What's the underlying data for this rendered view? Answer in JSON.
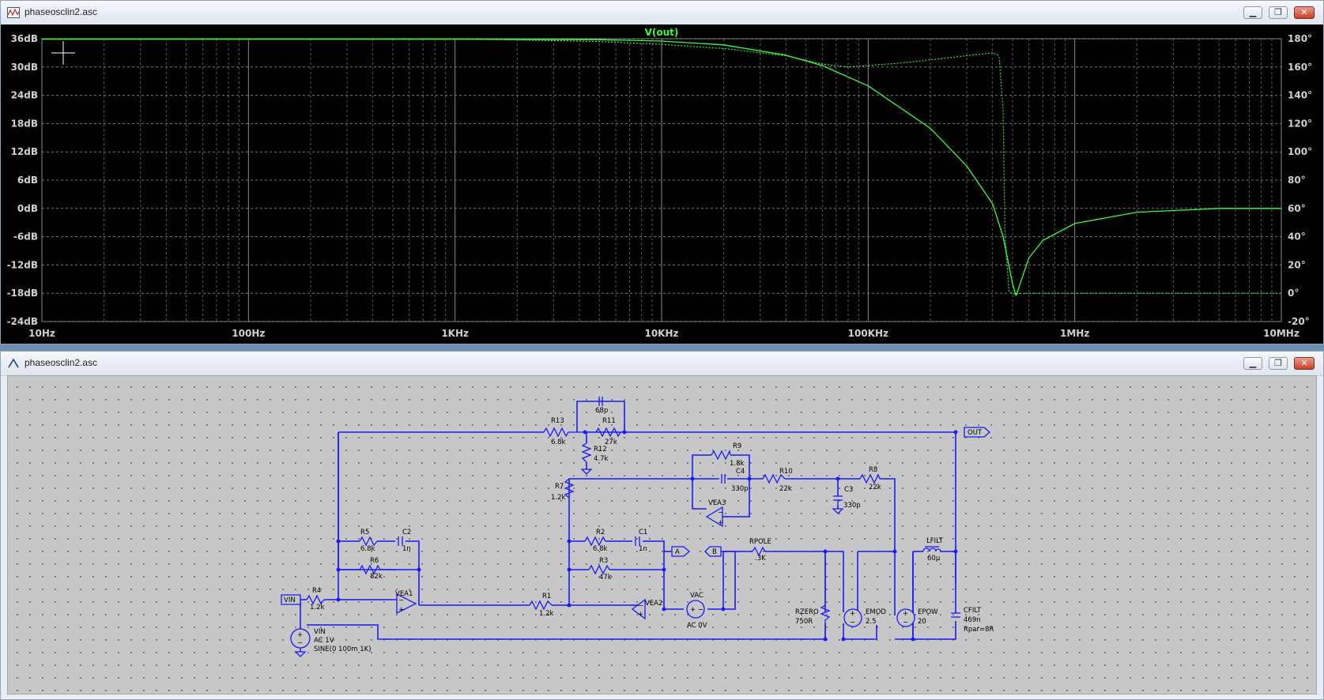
{
  "plot_window": {
    "title": "phaseosclin2.asc",
    "trace_title": "V(out)",
    "trace_color": "#39ff39",
    "y_left_ticks": [
      "36dB",
      "30dB",
      "24dB",
      "18dB",
      "12dB",
      "6dB",
      "0dB",
      "-6dB",
      "-12dB",
      "-18dB",
      "-24dB"
    ],
    "y_right_ticks": [
      "180°",
      "160°",
      "140°",
      "120°",
      "100°",
      "80°",
      "60°",
      "40°",
      "20°",
      "0°",
      "-20°"
    ],
    "x_ticks": [
      "10Hz",
      "100Hz",
      "1KHz",
      "10KHz",
      "100KHz",
      "1MHz",
      "10MHz"
    ]
  },
  "chart_data": {
    "type": "line",
    "title": "V(out)",
    "x_scale": "log",
    "xlim": [
      10,
      10000000
    ],
    "ylim_left": [
      -24,
      36
    ],
    "ylim_right": [
      -20,
      180
    ],
    "grid": true,
    "series": [
      {
        "name": "",
        "axis": "left",
        "style": "solid",
        "x": [
          10,
          100,
          1000,
          5000,
          10000,
          20000,
          40000,
          60000,
          100000,
          200000,
          300000,
          400000,
          450000,
          500000,
          520000
        ],
        "values": [
          35.9,
          35.9,
          35.9,
          35.8,
          35.5,
          34.7,
          32.5,
          30.3,
          26,
          17,
          9,
          1,
          -6,
          -16,
          -18.5
        ]
      },
      {
        "name": "",
        "axis": "right",
        "style": "dotted",
        "x": [
          10,
          1000,
          5000,
          10000,
          20000,
          40000,
          60000,
          80000,
          150000,
          300000,
          400000,
          430000,
          450000,
          460000,
          480000,
          500000,
          600000,
          1000000,
          10000000
        ],
        "values": [
          180,
          180,
          178,
          176,
          173,
          168,
          162,
          160,
          163,
          168,
          170,
          168,
          130,
          40,
          2,
          -0.5,
          0,
          0,
          0
        ]
      },
      {
        "name": "",
        "axis": "left",
        "style": "solid",
        "x": [
          520000,
          600000,
          700000,
          1000000,
          2000000,
          5000000,
          10000000
        ],
        "values": [
          -18.5,
          -10.5,
          -6.8,
          -3.2,
          -0.8,
          0,
          0
        ]
      }
    ]
  },
  "schematic_window": {
    "title": "phaseosclin2.asc",
    "labels": {
      "r13": "R13",
      "r13v": "6.8k",
      "c68": "68p",
      "r11": "R11",
      "r11v": "27k",
      "r12": "R12",
      "r12v": "4.7k",
      "out": "OUT",
      "r9": "R9",
      "r9v": "1.8k",
      "c4": "C4",
      "c4v": "330p",
      "r10": "R10",
      "r10v": "22k",
      "c3": "C3",
      "c3v": "330p",
      "r8": "R8",
      "r8v": "22k",
      "r7": "R7",
      "r7v": "1.2k",
      "vea3": "VEA3",
      "r5": "R5",
      "r5v": "6.8k",
      "c2": "C2",
      "c2v": "1n",
      "r6": "R6",
      "r6v": "82k",
      "r2": "R2",
      "r2v": "6.8k",
      "c1": "C1",
      "c1v": "1n",
      "a": "A",
      "b": "B",
      "rpole": "RPOLE",
      "rpolev": ".3K",
      "lfilt": "LFILT",
      "lfiltv": "60µ",
      "r3": "R3",
      "r3v": "47k",
      "vin_tag": "VIN",
      "r4": "R4",
      "r4v": "1.2k",
      "vea1": "VEA1",
      "r1": "R1",
      "r1v": "1.2k",
      "vea2": "VEA2",
      "vac": "VAC",
      "vacv": "AC 0V",
      "rzero": "RZERO",
      "rzerov": "750R",
      "emod": "EMOD",
      "emodv": "2.5",
      "epow": "EPOW",
      "epowv": "20",
      "cfilt": "CFILT",
      "cfiltv": "469n",
      "cfiltr": "Rpar=8R",
      "vin": "VIN",
      "vinac": "AC 1V",
      "vinsine": "SINE(0 100m 1K)"
    }
  }
}
